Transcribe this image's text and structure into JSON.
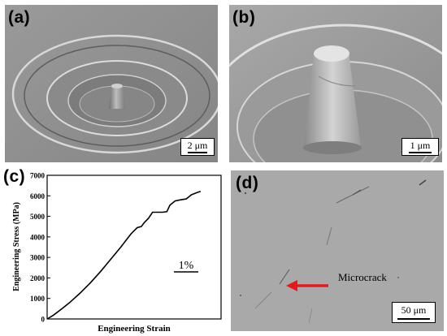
{
  "panels": {
    "a": {
      "letter": "(a)",
      "scale": "2 μm"
    },
    "b": {
      "letter": "(b)",
      "scale": "1 μm"
    },
    "c": {
      "letter": "(c)"
    },
    "d": {
      "letter": "(d)",
      "scale": "50 μm",
      "annotation": "Microcrack"
    }
  },
  "chart_data": {
    "type": "line",
    "xlabel": "Engineering Strain",
    "ylabel": "Engineering Stress (MPa)",
    "ylim": [
      0,
      7000
    ],
    "yticks": [
      "0",
      "1000",
      "2000",
      "3000",
      "4000",
      "5000",
      "6000",
      "7000"
    ],
    "strain_scalebar_label": "1%",
    "series": [
      {
        "points": [
          [
            0,
            0
          ],
          [
            0.3,
            180
          ],
          [
            0.7,
            480
          ],
          [
            1.1,
            800
          ],
          [
            1.6,
            1250
          ],
          [
            2.1,
            1750
          ],
          [
            2.6,
            2300
          ],
          [
            3.1,
            2900
          ],
          [
            3.6,
            3500
          ],
          [
            4.1,
            4150
          ],
          [
            4.4,
            4450
          ],
          [
            4.6,
            4500
          ],
          [
            4.75,
            4700
          ],
          [
            4.95,
            4900
          ],
          [
            5.15,
            5200
          ],
          [
            5.4,
            5200
          ],
          [
            5.65,
            5200
          ],
          [
            5.85,
            5230
          ],
          [
            6.0,
            5550
          ],
          [
            6.25,
            5750
          ],
          [
            6.5,
            5800
          ],
          [
            6.8,
            5850
          ],
          [
            7.05,
            6050
          ],
          [
            7.3,
            6150
          ],
          [
            7.5,
            6220
          ]
        ]
      }
    ],
    "grid": false
  },
  "colors": {
    "arrow": "#e8181a"
  }
}
